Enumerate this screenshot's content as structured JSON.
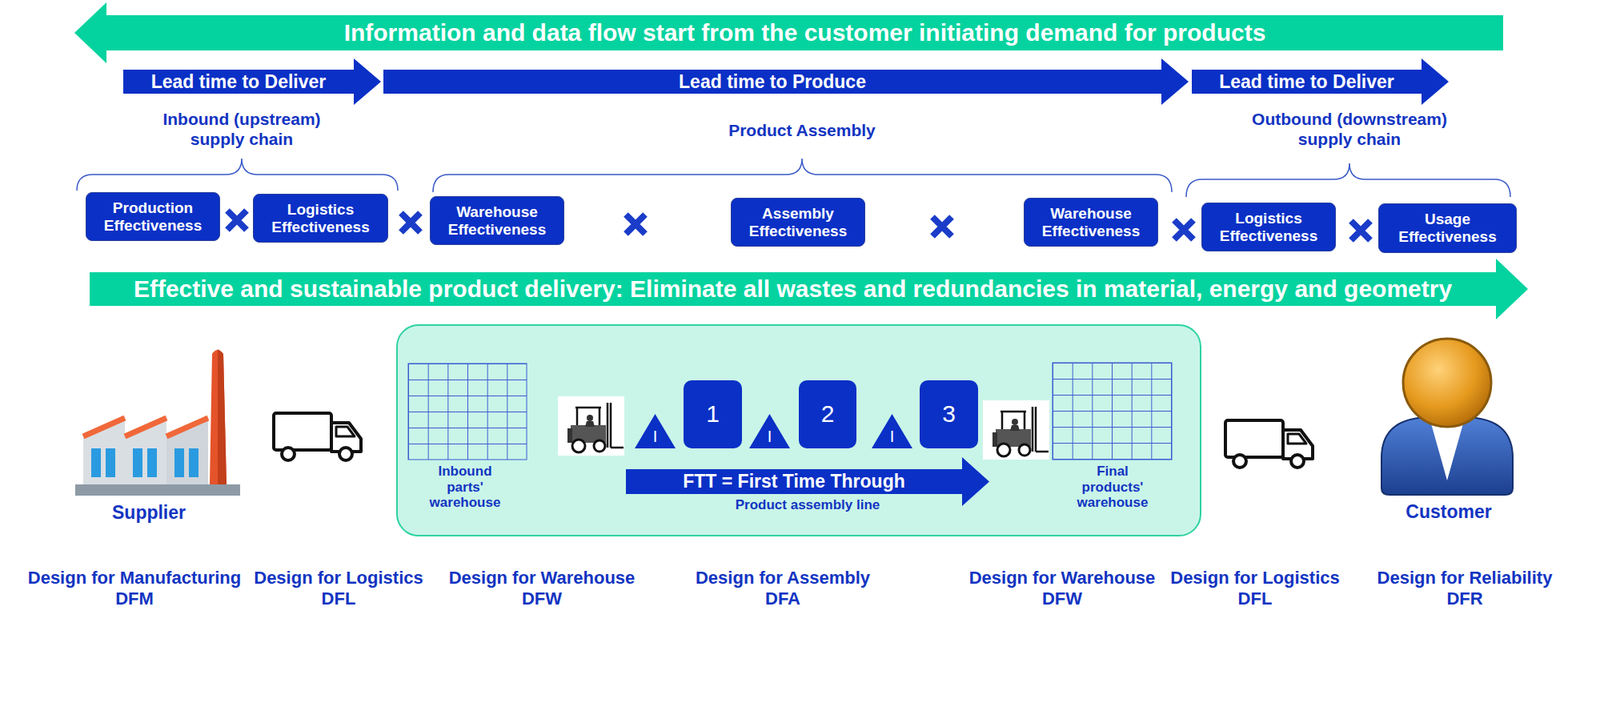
{
  "diagram": {
    "nodes": [
      {
        "text": [
          "Information and data flow start from the customer initiating demand for products"
        ]
      },
      {
        "text": [
          "Lead time to Deliver"
        ]
      },
      {
        "text": [
          "Lead time to Produce"
        ]
      },
      {
        "text": [
          "Lead time to Deliver"
        ]
      },
      {
        "text": [
          "Production Effectiveness"
        ]
      },
      {
        "text": [
          "Logistics Effectiveness"
        ]
      },
      {
        "text": [
          "Warehouse Effectiveness"
        ]
      },
      {
        "text": [
          "Assembly Effectiveness"
        ]
      },
      {
        "text": [
          "Warehouse Effectiveness"
        ]
      },
      {
        "text": [
          "Logistics Effectiveness"
        ]
      },
      {
        "text": [
          "Usage Effectiveness"
        ]
      },
      {
        "text": [
          "Effective and sustainable product delivery: Eliminate all wastes and redundancies in material, energy and geometry"
        ]
      },
      {
        "text": [
          "Inbound parts' warehouse",
          "Final products' warehouse"
        ]
      },
      {
        "text": [
          "I"
        ],
        "in": 12
      },
      {
        "text": [
          "1"
        ],
        "in": 12
      },
      {
        "text": [
          "I"
        ],
        "in": 12
      },
      {
        "text": [
          "2"
        ],
        "in": 12
      },
      {
        "text": [
          "I"
        ],
        "in": 12
      },
      {
        "text": [
          "3"
        ],
        "in": 12
      },
      {
        "text": [
          "FTT = First Time Through",
          "Product assembly line"
        ],
        "in": 12
      }
    ],
    "labels": [
      "Inbound (upstream) supply chain",
      "Product Assembly",
      "Outbound (downstream) supply chain",
      "Supplier",
      "Customer",
      "Design for Manufacturing DFM",
      "Design for Logistics DFL",
      "Design for Warehouse DFW",
      "Design for Assembly DFA",
      "Design for Warehouse DFW",
      "Design for Logistics DFL",
      "Design for Reliability DFR"
    ]
  }
}
